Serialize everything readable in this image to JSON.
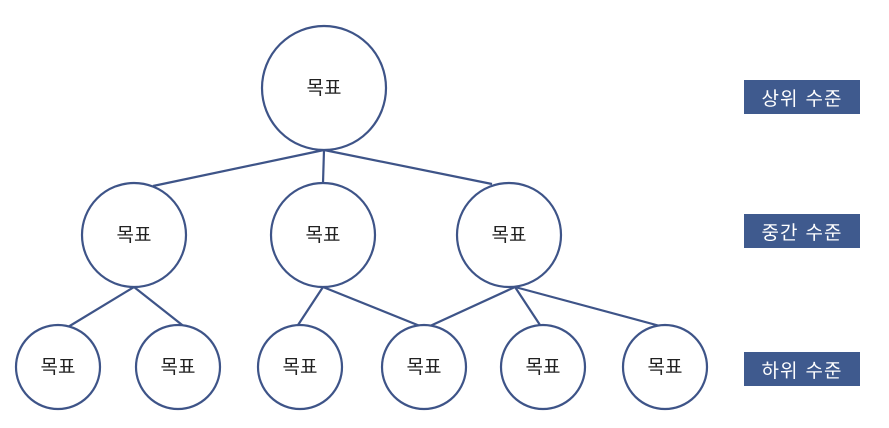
{
  "colors": {
    "stroke": "#3e5488",
    "label_bg": "#3f5a8e"
  },
  "nodes": {
    "top": "목표",
    "mid": [
      "목표",
      "목표",
      "목표"
    ],
    "bottom": [
      "목표",
      "목표",
      "목표",
      "목표",
      "목표",
      "목표"
    ]
  },
  "levels": {
    "upper": "상위 수준",
    "middle": "중간 수준",
    "lower": "하위 수준"
  }
}
